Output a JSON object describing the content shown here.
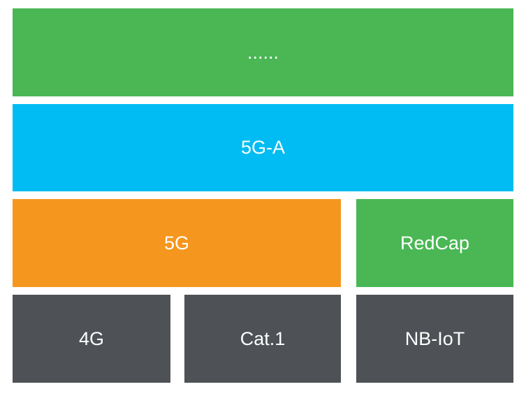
{
  "diagram": {
    "colors": {
      "green": "#4ab754",
      "blue": "#00bcf2",
      "orange": "#f5961e",
      "gray": "#4e5256",
      "text": "#ffffff"
    },
    "blocks": [
      {
        "id": "top",
        "label": "......",
        "color": "green"
      },
      {
        "id": "5ga",
        "label": "5G-A",
        "color": "blue"
      },
      {
        "id": "5g",
        "label": "5G",
        "color": "orange"
      },
      {
        "id": "redcap",
        "label": "RedCap",
        "color": "green"
      },
      {
        "id": "4g",
        "label": "4G",
        "color": "gray"
      },
      {
        "id": "cat1",
        "label": "Cat.1",
        "color": "gray"
      },
      {
        "id": "nbiot",
        "label": "NB-IoT",
        "color": "gray"
      }
    ]
  }
}
